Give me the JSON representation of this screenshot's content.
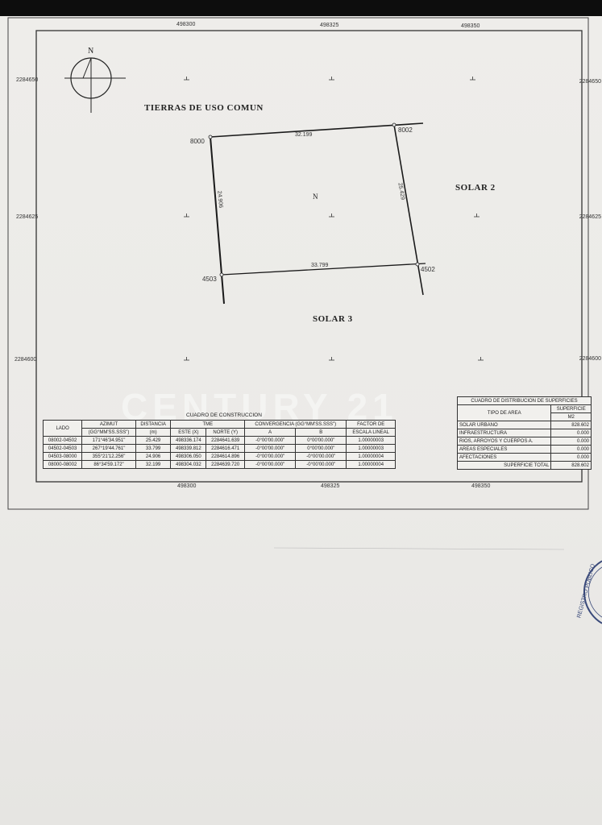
{
  "plan": {
    "title": "TIERRAS DE USO COMUN",
    "north_label": "N",
    "center_label": "N",
    "solar_2": "SOLAR 2",
    "solar_3": "SOLAR 3",
    "grid_x": [
      "498300",
      "498325",
      "498350"
    ],
    "grid_y": [
      "2284650",
      "2284625",
      "2284600"
    ],
    "vertices": {
      "v8000": "8000",
      "v8002": "8002",
      "v4502": "4502",
      "v4503": "4503"
    },
    "distances": {
      "top": "32.199",
      "right": "25.429",
      "bottom": "33.799",
      "left": "24.906"
    }
  },
  "construction_table": {
    "caption": "CUADRO DE CONSTRUCCION",
    "headers": {
      "lado": "LADO",
      "azimut": "AZIMUT",
      "azimut_unit": "(GG°MM'SS.SSS\")",
      "distancia": "DISTANCIA",
      "distancia_unit": "(m)",
      "tme": "TME",
      "este": "ESTE (X)",
      "norte": "NORTE (Y)",
      "convergencia": "CONVERGENCIA (GG°MM'SS.SSS\")",
      "a": "A",
      "b": "B",
      "factor": "FACTOR DE",
      "factor2": "ESCALA LINEAL"
    },
    "rows": [
      [
        "08002-04502",
        "171°46'34.951\"",
        "25.429",
        "498336.174",
        "2284641.639",
        "-0°00'00.000\"",
        "0°00'00.000\"",
        "1.00000003"
      ],
      [
        "04502-04503",
        "267°19'44.761\"",
        "33.799",
        "498339.812",
        "2284616.471",
        "-0°00'00.000\"",
        "0°00'00.000\"",
        "1.00000003"
      ],
      [
        "04503-08000",
        "355°21'12.256\"",
        "24.906",
        "498306.050",
        "2284614.896",
        "-0°00'00.000\"",
        "-0°00'00.000\"",
        "1.00000004"
      ],
      [
        "08000-08002",
        "86°34'59.172\"",
        "32.199",
        "498304.032",
        "2284639.720",
        "-0°00'00.000\"",
        "-0°00'00.000\"",
        "1.00000004"
      ]
    ]
  },
  "surface_table": {
    "caption": "CUADRO DE DISTRIBUCION DE SUPERFICIES",
    "col_tipo": "TIPO DE AREA",
    "col_sup": "SUPERFICIE",
    "col_unit": "M2",
    "rows": [
      [
        "SOLAR URBANO",
        "828.602"
      ],
      [
        "INFRAESTRUCTURA",
        "0.000"
      ],
      [
        "RIOS, ARROYOS Y CUERPOS A.",
        "0.000"
      ],
      [
        "AREAS ESPECIALES",
        "0.000"
      ],
      [
        "AFECTACIONES",
        "0.000"
      ]
    ],
    "total_label": "SUPERFICIE TOTAL",
    "total_value": "828.602"
  },
  "watermark": "CENTURY 21",
  "stamp": "REGISTRO PUBLICO"
}
